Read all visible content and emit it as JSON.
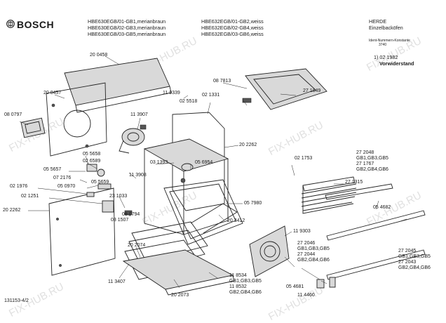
{
  "brand": "BOSCH",
  "models_left": [
    "HBE630EGB/01-GB1,merianbraun",
    "HBE630EGB/02-GB3,merianbraun",
    "HBE630EGB/03-GB5,merianbraun"
  ],
  "models_right": [
    "HBE632EGB/01-GB2,weiss",
    "HBE632EGB/02-GB4,weiss",
    "HBE632EGB/03-GB6,weiss"
  ],
  "category": [
    "HERDE",
    "Einzelbacköfen"
  ],
  "ident_label": "Ident-Nummern-Konstante",
  "ident_value": "3740",
  "note_line1": "1) 02 1982",
  "note_line2": "Vorwiderstand",
  "page_code": "131153-4/2",
  "watermark": "FIX-HUB.RU",
  "parts": {
    "p200458": "20 0458",
    "p200457": "20 0457",
    "p080797": "08 0797",
    "p119339": "11 9339",
    "p087813": "08 7813",
    "p021331": "02 1331",
    "p271849": "27 1849",
    "p025518": "02 5518",
    "p113907": "11 3907",
    "p202262a": "20 2262",
    "p031393": "03 1393",
    "p056954": "05 6954",
    "p055658": "05 5658",
    "p026589": "02 6589",
    "p055657": "05 5657",
    "p113908": "11 3908",
    "p071276": "07 2176",
    "p055659": "05 5659",
    "p021976": "02 1976",
    "p050970": "05 0970",
    "p021251": "02 1251",
    "p231033": "23 1033",
    "p080794": "08 0794",
    "p031507": "03 1507",
    "p057980": "05 7980",
    "p202262b": "20 2262",
    "p203412": "20 3412",
    "p021753": "02 1753",
    "p272048": "27 2048",
    "p272048v": "GB1,GB3,GB5",
    "p271767": "27 1767",
    "p271767v": "GB2,GB4,GB6",
    "p271315": "27 1315",
    "p119303": "11 9303",
    "p054682": "05 4682",
    "p272046": "27 2046",
    "p272046v": "GB1,GB3,GB5",
    "p272044": "27 2044",
    "p272044v": "GB2,GB4,GB6",
    "p272045": "27 2045",
    "p272045v": "GB1,GB3,GB5",
    "p272043": "27 2043",
    "p272043v": "GB2,GB4,GB6",
    "p202074": "20 2074",
    "p118534": "11 8534",
    "p118534v": "GB1,GB3,GB5",
    "p118532": "11 8532",
    "p118532v": "GB2,GB4,GB6",
    "p113407": "11 3407",
    "p202073": "20 2073",
    "p054681": "05 4681",
    "p114460": "11 4460"
  }
}
